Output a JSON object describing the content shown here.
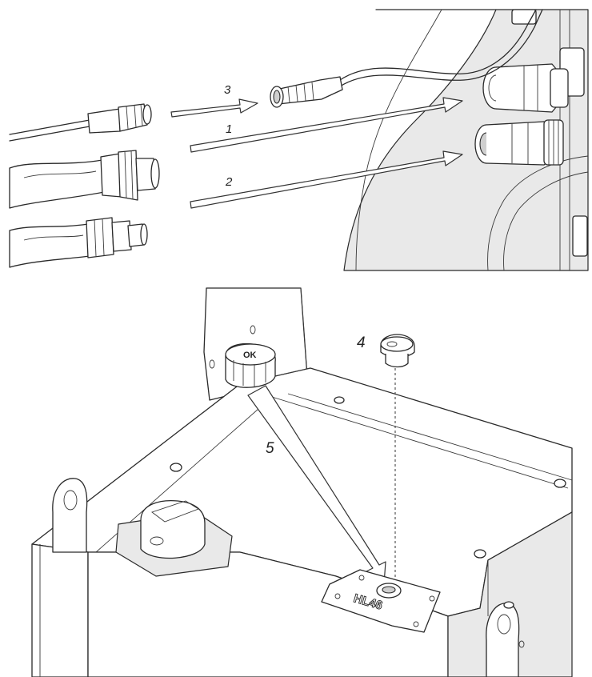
{
  "callouts": {
    "c1": "1",
    "c2": "2",
    "c3": "3",
    "c4": "4",
    "c5": "5"
  },
  "labels": {
    "plate": "HL46",
    "knob": "OK"
  },
  "icons": [
    "arrow-icon",
    "dashed-guide-line"
  ],
  "colors": {
    "line": "#2a2a2a",
    "panel": "#e9e9e9",
    "background": "#ffffff"
  }
}
